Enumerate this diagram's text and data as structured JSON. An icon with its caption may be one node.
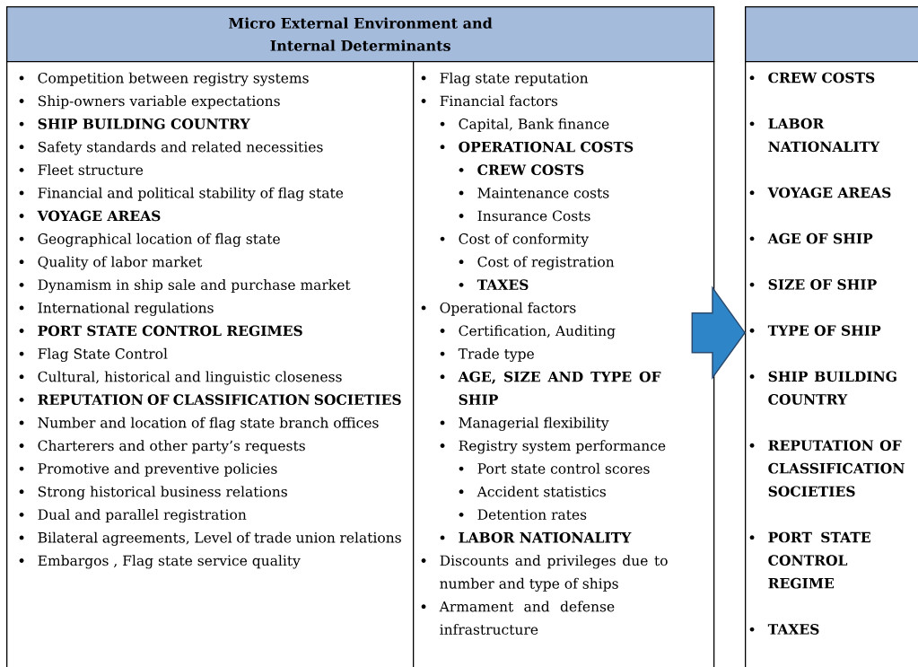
{
  "diagram": {
    "nodes": [
      {
        "text": [
          "Micro External Environment and Internal Determinants"
        ]
      },
      {
        "text": [
          "Competition between registry systems",
          "Ship-owners variable expectations",
          "SHIP BUILDING COUNTRY",
          "Safety standards and related necessities",
          "Fleet structure",
          "Financial and political stability of flag state",
          "VOYAGE AREAS",
          "Geographical location of flag state",
          "Quality of labor market",
          "Dynamism in ship sale and purchase market",
          "International regulations",
          "PORT STATE CONTROL REGIMES",
          "Flag State Control",
          "Cultural, historical and linguistic closeness",
          "REPUTATION OF CLASSIFICATION SOCIETIES",
          "Number and location of flag state branch offices",
          "Charterers and other party’s requests",
          "Promotive and preventive policies",
          "Strong historical business relations",
          "Dual and parallel registration",
          "Bilateral agreements, Level of trade union relations",
          "Embargos , Flag state service quality"
        ]
      },
      {
        "text": [
          "Flag state reputation",
          "Financial factors",
          "Capital, Bank finance",
          "OPERATIONAL COSTS",
          "CREW COSTS",
          "Maintenance costs",
          "Insurance Costs",
          "Cost of conformity",
          "Cost of registration",
          "TAXES",
          "Operational factors",
          "Certification, Auditing",
          "Trade type",
          "AGE, SIZE AND TYPE OF SHIP",
          "Managerial flexibility",
          "Registry system performance",
          "Port state control scores",
          "Accident statistics",
          "Detention rates",
          "LABOR NATIONALITY",
          "Discounts and privileges due to number and type of ships",
          "Armament and defense infrastructure"
        ]
      },
      {
        "text": [],
        "shape": "box"
      },
      {
        "text": [
          "CREW COSTS",
          "LABOR NATIONALITY",
          "VOYAGE AREAS",
          "AGE OF SHIP",
          "SIZE OF SHIP",
          "TYPE OF SHIP",
          "SHIP BUILDING COUNTRY",
          "REPUTATION OF CLASSIFICATION SOCIETIES",
          "PORT STATE CONTROL REGIME",
          "TAXES"
        ]
      }
    ],
    "edges": [
      {
        "from": 2,
        "to": 4,
        "arrow": "to"
      }
    ]
  }
}
